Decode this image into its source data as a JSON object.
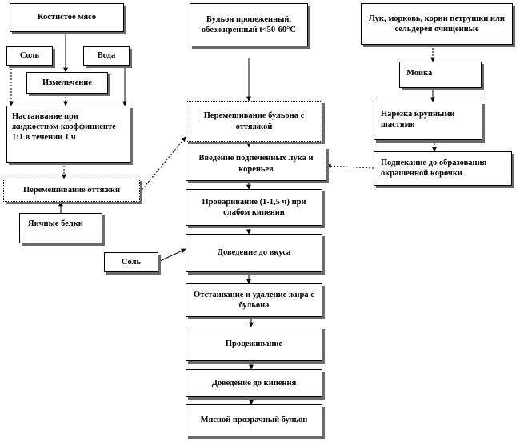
{
  "nodes": {
    "meat": "Костистое мясо",
    "broth_in": "Бульон процеженный, обезжиренный t<50-60°С",
    "veg": "Лук, морковь, корни петрушки или сельдерея очищенные",
    "salt1": "Соль",
    "water": "Вода",
    "grind": "Измельчение",
    "infuse": "Настаивание при жидкостном коэффициенте 1:1 в течении 1 ч",
    "mix_pull": "Перемешивание оттяжки",
    "egg": "Яичные белки",
    "wash": "Мойка",
    "cut": "Нарезка крупными шастями",
    "fry": "Подпекание до образования окрашенной корочки",
    "mix_broth": "Перемешивание бульона с оттяжкой",
    "add_veg": "Введение подпеченных лука и кореньев",
    "simmer": "Проваривание (1-1,5 ч) при слабом кипении",
    "salt2": "Соль",
    "taste": "Доведение до вкуса",
    "settle": "Отстаивание и удаление жира с бульона",
    "strain": "Процеживание",
    "boil": "Доведение до кипения",
    "result": "Мясной прозрачный бульон"
  }
}
